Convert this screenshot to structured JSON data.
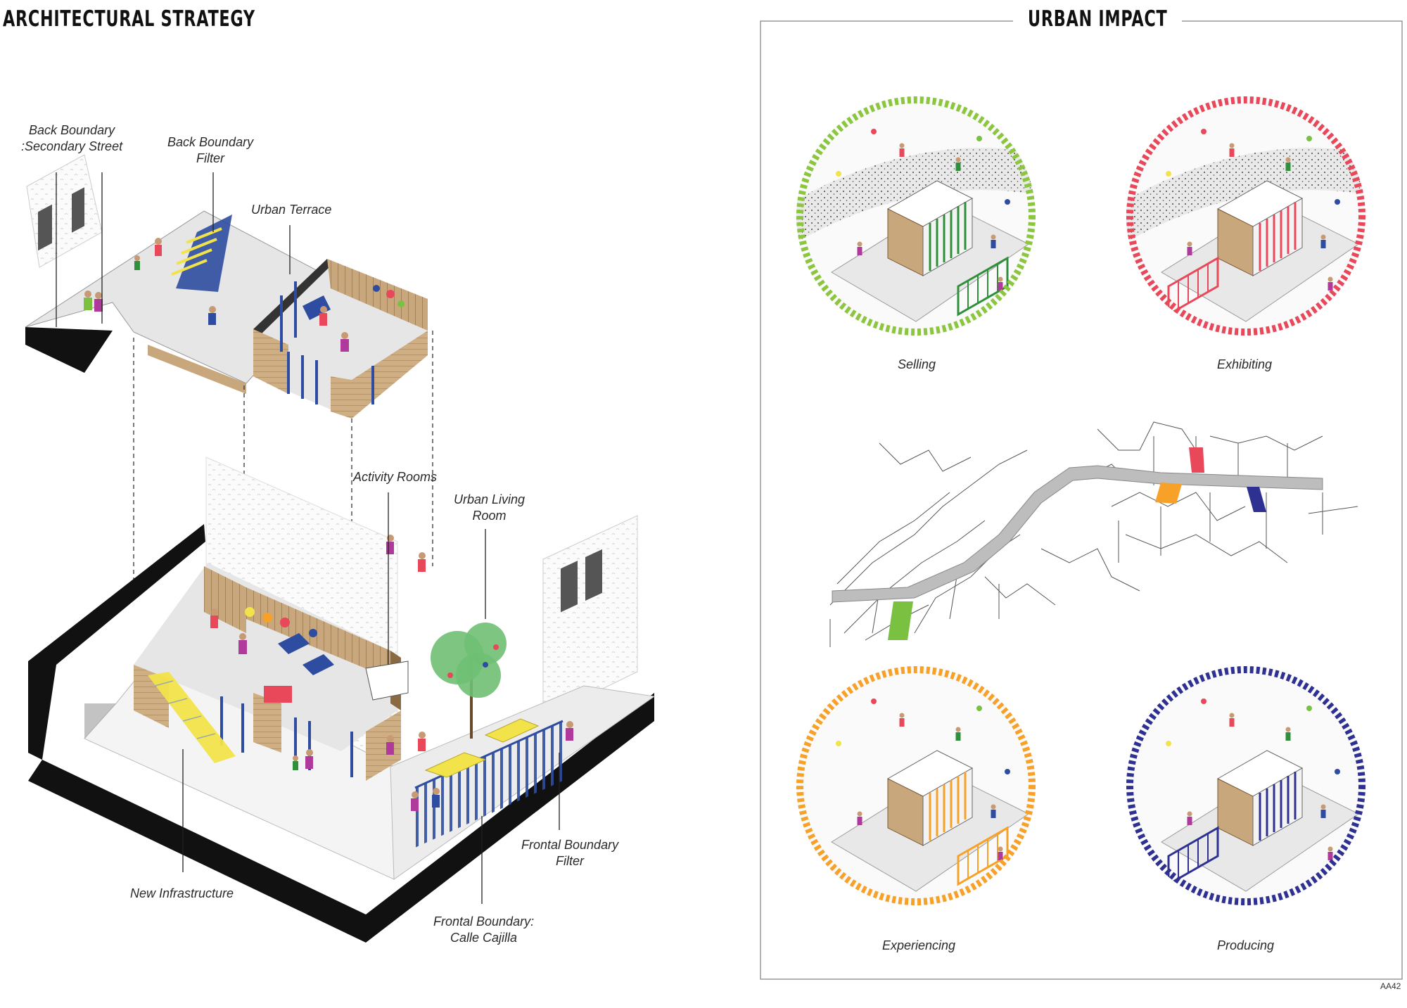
{
  "architectural_strategy": {
    "title": "ARCHITECTURAL STRATEGY",
    "labels": {
      "back_boundary": "Back Boundary\n:Secondary Street",
      "back_boundary_filter": "Back Boundary\nFilter",
      "urban_terrace": "Urban Terrace",
      "activity_rooms": "Activity Rooms",
      "urban_living_room": "Urban Living\nRoom",
      "new_infrastructure": "New Infrastructure",
      "frontal_boundary_filter": "Frontal Boundary\nFilter",
      "frontal_boundary_street": "Frontal Boundary:\nCalle Cajilla"
    }
  },
  "urban_impact": {
    "title": "URBAN IMPACT",
    "scenes": [
      {
        "label": "Selling",
        "ring_color": "#8cc63f",
        "accent": "#2f8f3a"
      },
      {
        "label": "Exhibiting",
        "ring_color": "#e8485a",
        "accent": "#e8485a"
      },
      {
        "label": "Experiencing",
        "ring_color": "#f7a128",
        "accent": "#f7a128"
      },
      {
        "label": "Producing",
        "ring_color": "#2e3192",
        "accent": "#2e3192"
      }
    ],
    "map_highlights": {
      "selling": "#7ac142",
      "exhibiting": "#e8485a",
      "experiencing": "#f7a128",
      "producing": "#2e3192"
    }
  },
  "sheet_code": "AA42",
  "colors": {
    "wood": "#c9a77c",
    "wall": "#222222",
    "floor": "#e3e3e3",
    "column": "#2e4da0",
    "stair": "#f2e34b",
    "tree": "#6fbf73"
  }
}
